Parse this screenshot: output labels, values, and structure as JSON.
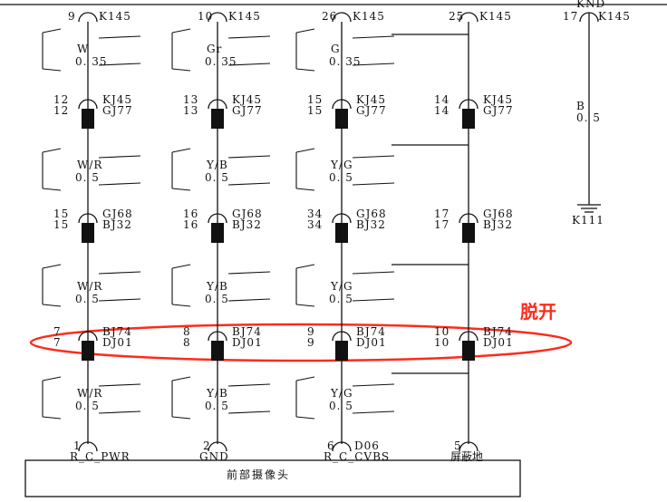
{
  "columns": [
    {
      "top": {
        "pin": "9",
        "conn": "K145"
      },
      "seg1": {
        "color": "W",
        "gauge": "0. 35"
      },
      "c1": {
        "pinA": "12",
        "pinB": "12",
        "connA": "KJ45",
        "connB": "GJ77"
      },
      "seg2": {
        "color": "W/R",
        "gauge": "0. 5"
      },
      "c2": {
        "pinA": "15",
        "pinB": "15",
        "connA": "GJ68",
        "connB": "BJ32"
      },
      "seg3": {
        "color": "W/R",
        "gauge": "0. 5"
      },
      "c3": {
        "pinA": "7",
        "pinB": "7",
        "connA": "BJ74",
        "connB": "DJ01"
      },
      "seg4": {
        "color": "W/R",
        "gauge": "0. 5"
      },
      "bottom": {
        "pin": "1",
        "conn": "",
        "label": "R_C_PWR"
      }
    },
    {
      "top": {
        "pin": "10",
        "conn": "K145"
      },
      "seg1": {
        "color": "Gr",
        "gauge": "0. 35"
      },
      "c1": {
        "pinA": "13",
        "pinB": "13",
        "connA": "KJ45",
        "connB": "GJ77"
      },
      "seg2": {
        "color": "Y/B",
        "gauge": "0. 5"
      },
      "c2": {
        "pinA": "16",
        "pinB": "16",
        "connA": "GJ68",
        "connB": "BJ32"
      },
      "seg3": {
        "color": "Y/B",
        "gauge": "0. 5"
      },
      "c3": {
        "pinA": "8",
        "pinB": "8",
        "connA": "BJ74",
        "connB": "DJ01"
      },
      "seg4": {
        "color": "Y/B",
        "gauge": "0. 5"
      },
      "bottom": {
        "pin": "2",
        "conn": "",
        "label": "GND"
      }
    },
    {
      "top": {
        "pin": "26",
        "conn": "K145"
      },
      "seg1": {
        "color": "G",
        "gauge": "0. 35"
      },
      "c1": {
        "pinA": "15",
        "pinB": "15",
        "connA": "KJ45",
        "connB": "GJ77"
      },
      "seg2": {
        "color": "Y/G",
        "gauge": "0. 5"
      },
      "c2": {
        "pinA": "34",
        "pinB": "34",
        "connA": "GJ68",
        "connB": "BJ32"
      },
      "seg3": {
        "color": "Y/G",
        "gauge": "0. 5"
      },
      "c3": {
        "pinA": "9",
        "pinB": "9",
        "connA": "BJ74",
        "connB": "DJ01"
      },
      "seg4": {
        "color": "Y/G",
        "gauge": "0. 5"
      },
      "bottom": {
        "pin": "6",
        "conn": "D06",
        "label": "R_C_CVBS"
      }
    },
    {
      "top": {
        "pin": "25",
        "conn": "K145"
      },
      "c1": {
        "pinA": "14",
        "pinB": "14",
        "connA": "KJ45",
        "connB": "GJ77"
      },
      "c2": {
        "pinA": "17",
        "pinB": "17",
        "connA": "GJ68",
        "connB": "BJ32"
      },
      "c3": {
        "pinA": "10",
        "pinB": "10",
        "connA": "BJ74",
        "connB": "DJ01"
      },
      "bottom": {
        "pin": "5",
        "conn": "",
        "label": "屏蔽地"
      }
    }
  ],
  "ground_branch": {
    "header": "KND",
    "top": {
      "pin": "17",
      "conn": "K145"
    },
    "wire": {
      "color": "B",
      "gauge": "0. 5"
    },
    "ground": "K111"
  },
  "device_label": "前部摄像头",
  "annotation": {
    "text": "脱开",
    "color": "#ff2a1a"
  }
}
